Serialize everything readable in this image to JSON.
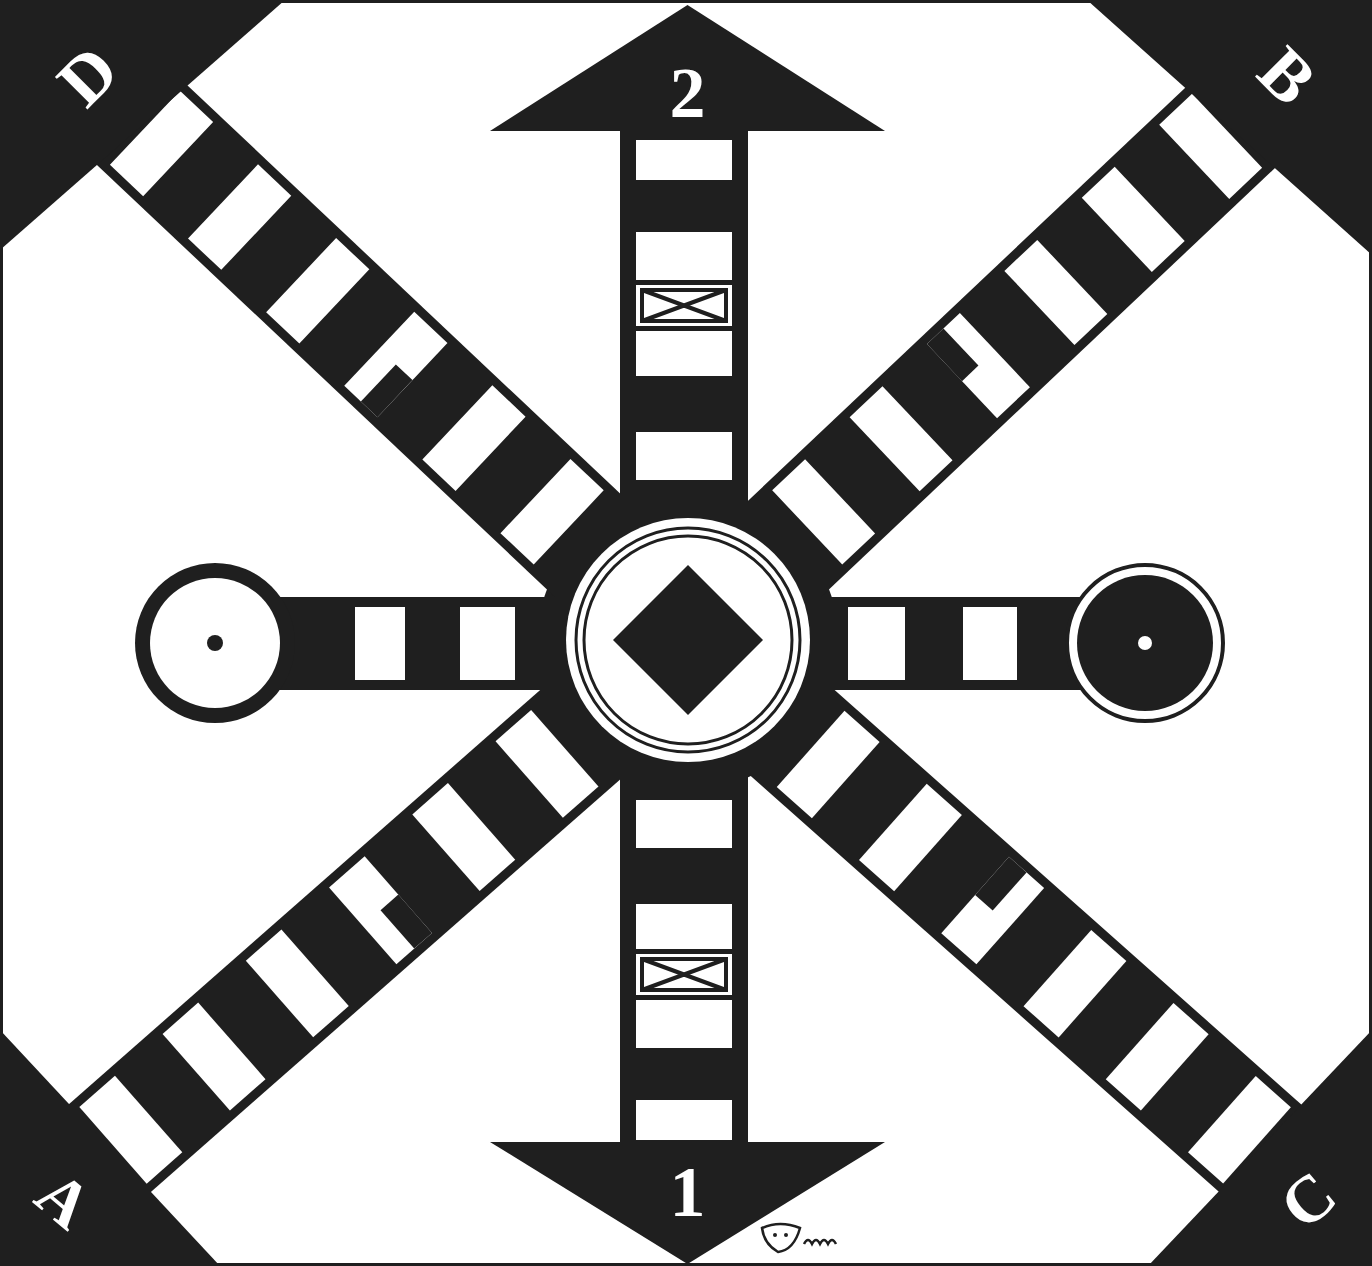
{
  "diagram": {
    "nodes": [
      {
        "text": [
          "D"
        ]
      },
      {
        "text": [
          "2"
        ]
      },
      {
        "text": [
          "B"
        ]
      },
      {
        "text": [
          "A"
        ]
      },
      {
        "text": [
          "1"
        ]
      },
      {
        "text": [
          "C"
        ]
      }
    ]
  }
}
